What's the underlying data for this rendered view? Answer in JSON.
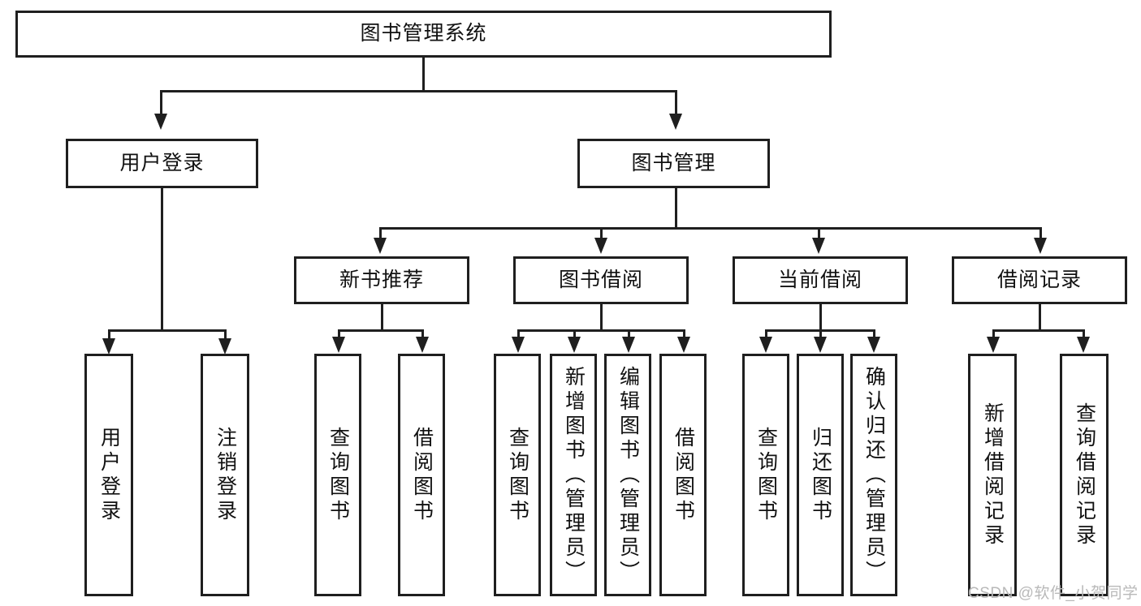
{
  "diagram": {
    "type": "tree-hierarchy",
    "title": "图书管理系统",
    "root": {
      "label": "图书管理系统"
    },
    "level2": [
      {
        "label": "用户登录"
      },
      {
        "label": "图书管理"
      }
    ],
    "level3": [
      {
        "label": "新书推荐"
      },
      {
        "label": "图书借阅"
      },
      {
        "label": "当前借阅"
      },
      {
        "label": "借阅记录"
      }
    ],
    "leaves": {
      "user_login": [
        {
          "label": "用户登录"
        },
        {
          "label": "注销登录"
        }
      ],
      "new_book_recommend": [
        {
          "label": "查询图书"
        },
        {
          "label": "借阅图书"
        }
      ],
      "book_borrow": [
        {
          "label": "查询图书"
        },
        {
          "label": "新增图书（管理员）"
        },
        {
          "label": "编辑图书（管理员）"
        },
        {
          "label": "借阅图书"
        }
      ],
      "current_borrow": [
        {
          "label": "查询图书"
        },
        {
          "label": "归还图书"
        },
        {
          "label": "确认归还（管理员）"
        }
      ],
      "borrow_record": [
        {
          "label": "新增借阅记录"
        },
        {
          "label": "查询借阅记录"
        }
      ]
    }
  },
  "watermark": {
    "text": "CSDN @软件_小贺同学"
  },
  "colors": {
    "stroke": "#1f1f1f",
    "fill": "#ffffff",
    "text": "#111111",
    "watermark": "#b9b9b9"
  }
}
